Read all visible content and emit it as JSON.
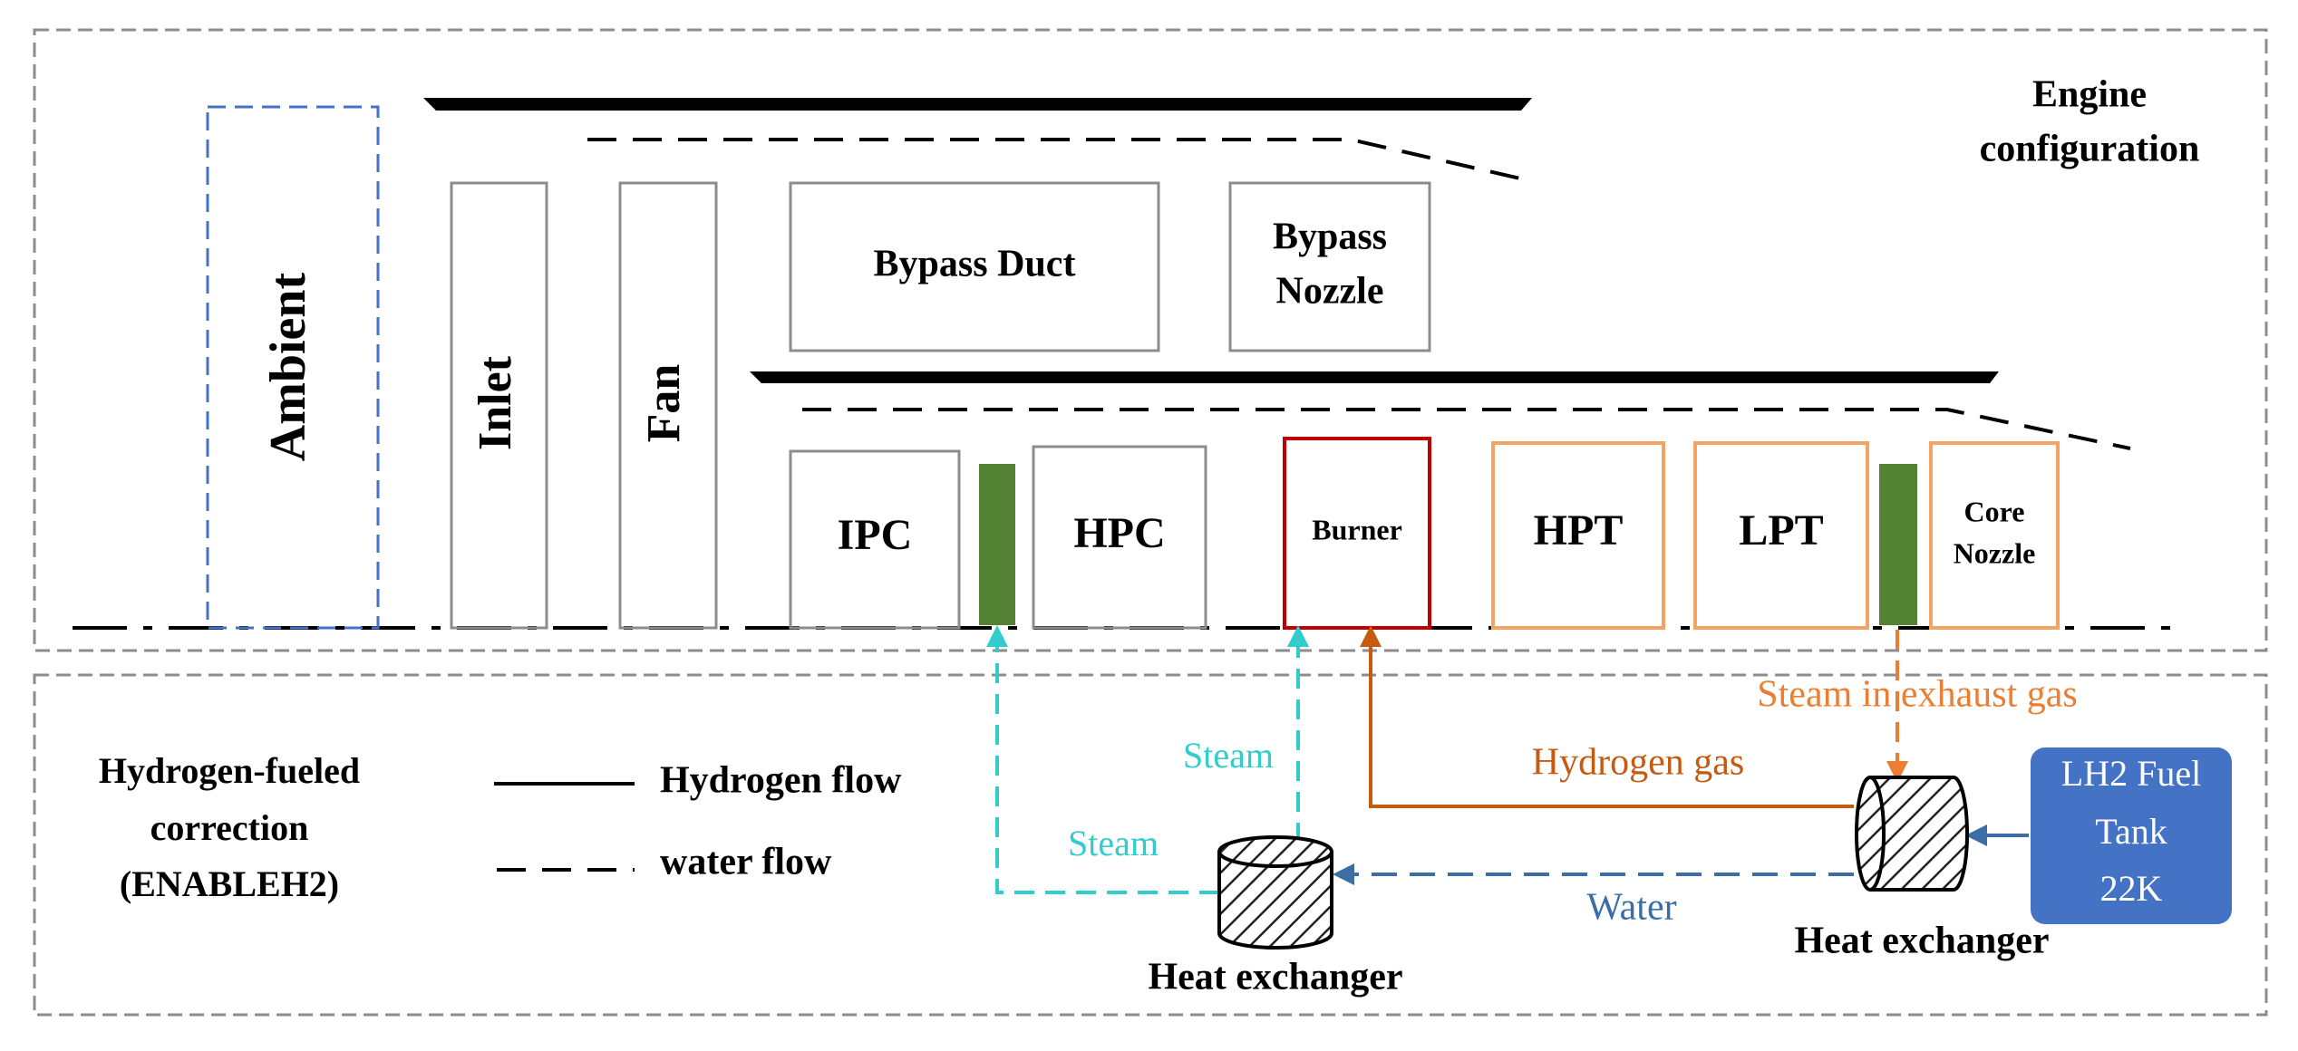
{
  "engine_configuration": {
    "heading_line1": "Engine",
    "heading_line2": "configuration",
    "components": {
      "ambient": "Ambient",
      "inlet": "Inlet",
      "fan": "Fan",
      "bypass_duct": "Bypass Duct",
      "bypass_nozzle_line1": "Bypass",
      "bypass_nozzle_line2": "Nozzle",
      "ipc": "IPC",
      "hpc": "HPC",
      "burner": "Burner",
      "hpt": "HPT",
      "lpt": "LPT",
      "core_nozzle_line1": "Core",
      "core_nozzle_line2": "Nozzle"
    }
  },
  "correction": {
    "title_line1": "Hydrogen-fueled",
    "title_line2": "correction",
    "title_line3": "(ENABLEH2)",
    "legend": {
      "hydrogen_flow": "Hydrogen flow",
      "water_flow": "water flow"
    },
    "flows": {
      "steam_upper": "Steam",
      "steam_lower": "Steam",
      "hydrogen_gas": "Hydrogen gas",
      "water": "Water",
      "steam_exhaust": "Steam in exhaust gas"
    },
    "heat_exchanger_left": "Heat exchanger",
    "heat_exchanger_right": "Heat exchanger",
    "tank_line1": "LH2 Fuel",
    "tank_line2": "Tank",
    "tank_line3": "22K"
  },
  "colors": {
    "component_border": "#8c8c8c",
    "ambient_border": "#4472c4",
    "burner_border": "#c00000",
    "turbine_border": "#f4a460",
    "green_block": "#548235",
    "steam": "#33cccc",
    "hydrogen_gas": "#c55a11",
    "water": "#3a6ea5",
    "exhaust": "#ed7d31",
    "tank_fill": "#4472c4"
  }
}
